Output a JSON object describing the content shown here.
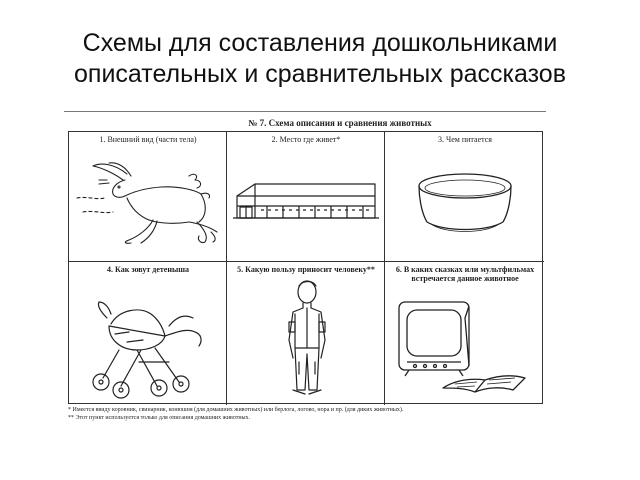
{
  "slide": {
    "title_line1": "Схемы для составления дошкольниками",
    "title_line2": "описательных и сравнительных рассказов"
  },
  "scheme": {
    "title": "№ 7. Схема описания и сравнения животных",
    "cells": [
      {
        "label": "1. Внешний вид (части тела)",
        "icon": "hare-icon"
      },
      {
        "label": "2. Место где живет*",
        "icon": "barn-icon"
      },
      {
        "label": "3. Чем питается",
        "icon": "bowl-icon"
      },
      {
        "label": "4. Как зовут детеныша",
        "icon": "baby-stroller-icon"
      },
      {
        "label": "5. Какую пользу приносит человеку**",
        "icon": "man-figure-icon"
      },
      {
        "label": "6. В каких сказках или мультфильмах встречается данное животное",
        "icon": "tv-and-book-icon"
      }
    ],
    "footnotes": [
      "* Имеется ввиду коровник, свинарник, конюшня (для домашних животных) или берлога, логово, нора и пр. (для диких животных).",
      "** Этот пункт используется только для описания домашних животных."
    ]
  }
}
